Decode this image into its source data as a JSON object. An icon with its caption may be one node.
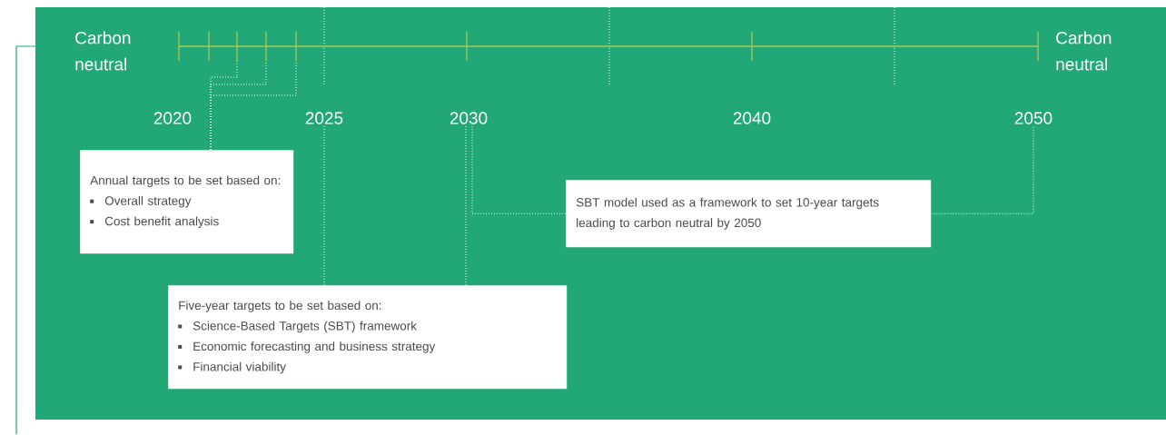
{
  "diagram": {
    "nodes": [
      {
        "text": [],
        "shape": "bar"
      },
      {
        "text": [],
        "shape": "bar"
      },
      {
        "text": [],
        "shape": "bar"
      },
      {
        "text": [
          "2025"
        ]
      },
      {
        "text": [
          "2030"
        ]
      },
      {
        "text": [
          "2050"
        ]
      },
      {
        "text": [
          "Annual targets to be set based on:",
          "Overall strategy",
          "Cost benefit analysis"
        ]
      },
      {
        "text": [
          "SBT model used as a framework to set 10-year targets leading to carbon neutral by 2050"
        ]
      },
      {
        "text": [
          "Five-year targets to be set based on:",
          "Science-Based Targets (SBT) framework",
          "Economic forecasting and business strategy",
          "Financial viability"
        ]
      }
    ],
    "edges": [
      {
        "from": 6,
        "to": 0,
        "arrow": "none"
      },
      {
        "from": 6,
        "to": 1,
        "arrow": "none"
      },
      {
        "from": 6,
        "to": 2,
        "arrow": "none"
      },
      {
        "from": 8,
        "to": 3,
        "arrow": "none"
      },
      {
        "from": 8,
        "to": 4,
        "arrow": "none"
      },
      {
        "from": 7,
        "to": 4,
        "arrow": "none"
      },
      {
        "from": 7,
        "to": 5,
        "arrow": "none"
      }
    ],
    "labels": [
      "Carbon neutral",
      "2020",
      "2040",
      "Carbon neutral"
    ]
  }
}
